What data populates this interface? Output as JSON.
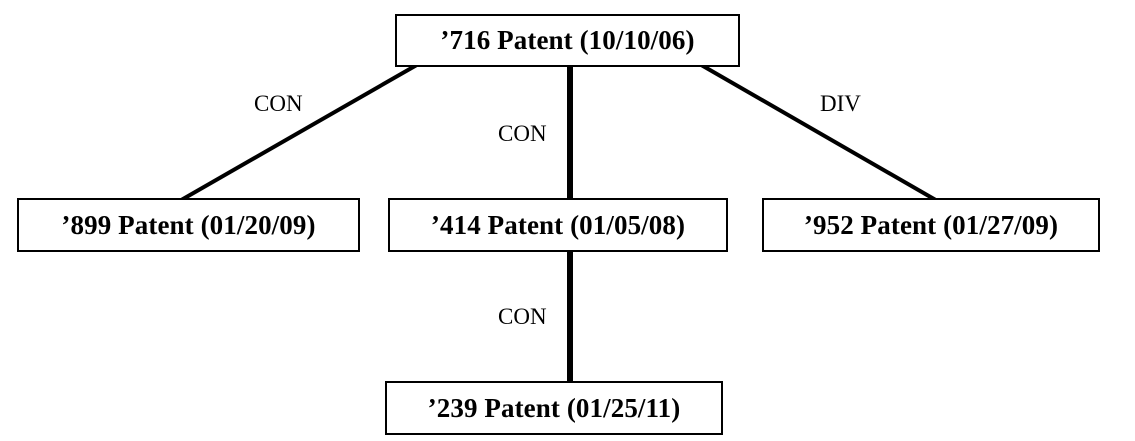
{
  "diagram": {
    "type": "patent-family-tree",
    "background_color": "#ffffff",
    "line_color": "#000000",
    "text_color": "#000000",
    "nodes": [
      {
        "id": "716",
        "label": "’716 Patent (10/10/06)",
        "patent_number_suffix": "716",
        "date": "10/10/06",
        "level": 0
      },
      {
        "id": "899",
        "label": "’899 Patent (01/20/09)",
        "patent_number_suffix": "899",
        "date": "01/20/09",
        "level": 1
      },
      {
        "id": "414",
        "label": "’414 Patent (01/05/08)",
        "patent_number_suffix": "414",
        "date": "01/05/08",
        "level": 1
      },
      {
        "id": "952",
        "label": "’952 Patent (01/27/09)",
        "patent_number_suffix": "952",
        "date": "01/27/09",
        "level": 1
      },
      {
        "id": "239",
        "label": "’239 Patent (01/25/11)",
        "patent_number_suffix": "239",
        "date": "01/25/11",
        "level": 2
      }
    ],
    "edges": [
      {
        "id": "e1",
        "from": "716",
        "to": "899",
        "label": "CON",
        "style": "thin-diagonal"
      },
      {
        "id": "e2",
        "from": "716",
        "to": "414",
        "label": "CON",
        "style": "thick-vertical"
      },
      {
        "id": "e3",
        "from": "716",
        "to": "952",
        "label": "DIV",
        "style": "thin-diagonal"
      },
      {
        "id": "e4",
        "from": "414",
        "to": "239",
        "label": "CON",
        "style": "thick-vertical"
      }
    ]
  }
}
